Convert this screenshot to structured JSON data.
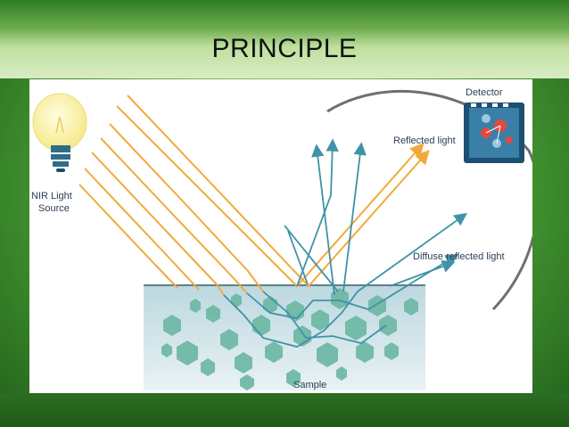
{
  "slide": {
    "title": "PRINCIPLE"
  },
  "diagram": {
    "source_label_line1": "NIR Light",
    "source_label_line2": "Source",
    "detector_label": "Detector",
    "reflected_label": "Reflected light",
    "diffuse_label": "Diffuse reflected light",
    "sample_label": "Sample"
  },
  "colors": {
    "incident_rays": "#f2a93b",
    "diffuse_rays": "#3f93a8",
    "sample_fill": "#cfe3e8",
    "particles": "#6bb7a3",
    "detector_frame": "#1d4f73",
    "bulb": "#fbf3a0"
  }
}
